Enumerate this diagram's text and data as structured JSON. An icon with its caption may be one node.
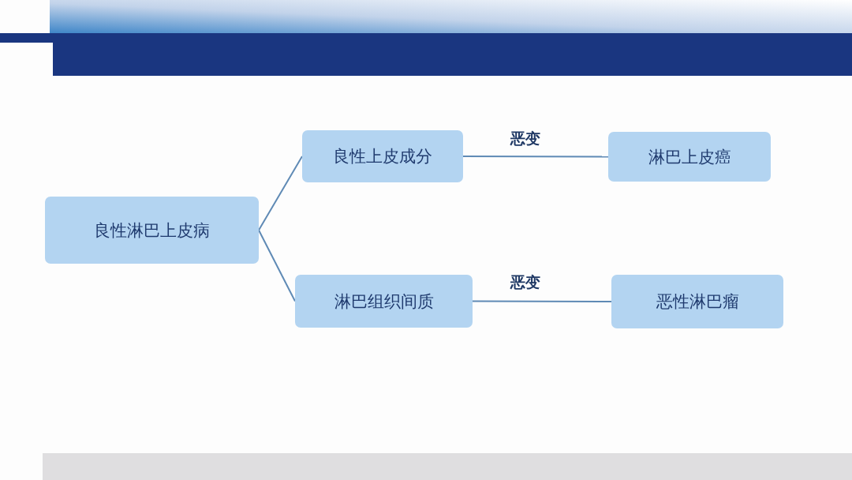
{
  "diagram": {
    "nodes": [
      {
        "text": [
          "良性淋巴上皮病"
        ]
      },
      {
        "text": [
          "良性上皮成分"
        ]
      },
      {
        "text": [
          "淋巴上皮癌"
        ]
      },
      {
        "text": [
          "淋巴组织间质"
        ]
      },
      {
        "text": [
          "恶性淋巴瘤"
        ]
      }
    ],
    "edges": [
      {
        "from": 0,
        "to": 1,
        "arrow": "none"
      },
      {
        "from": 0,
        "to": 3,
        "arrow": "none"
      },
      {
        "from": 1,
        "to": 2,
        "arrow": "none",
        "label": "恶变"
      },
      {
        "from": 3,
        "to": 4,
        "arrow": "none",
        "label": "恶变"
      }
    ]
  }
}
